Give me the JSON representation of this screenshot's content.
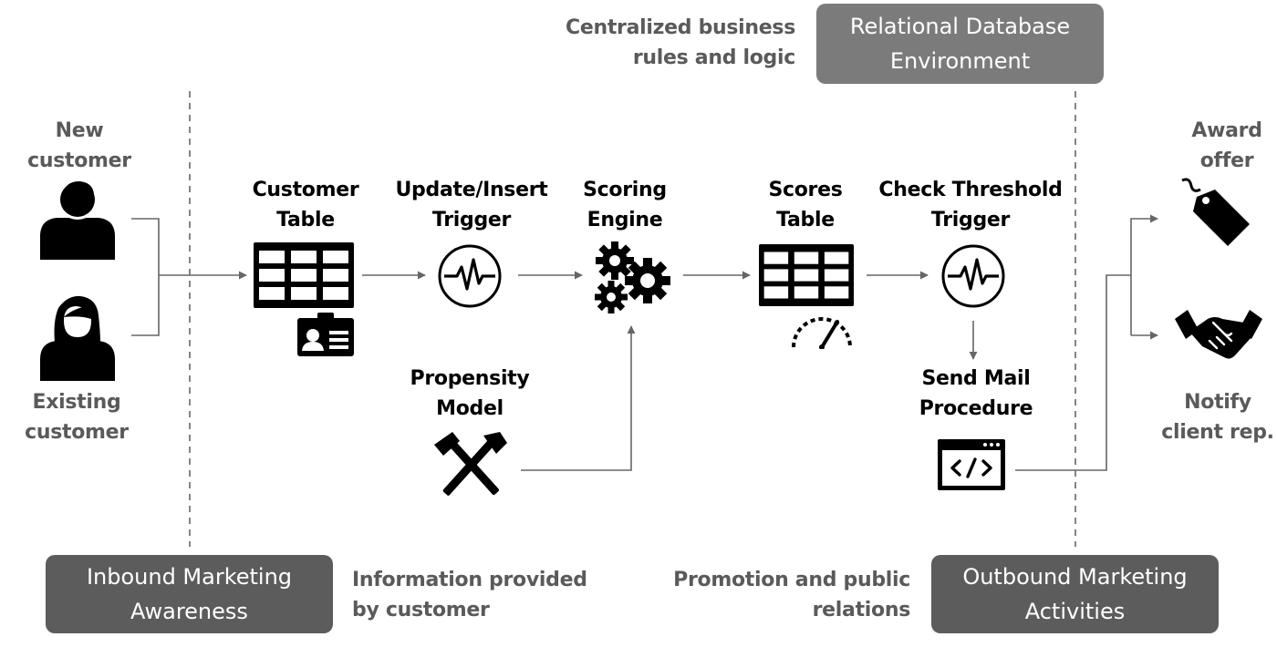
{
  "colors": {
    "db_box": "#7b7b7b",
    "marketing_box": "#5c5c5c",
    "muted_text": "#5a5a5a",
    "line": "#666666",
    "icon": "#000000"
  },
  "top": {
    "business_rules": [
      "Centralized business",
      "rules and logic"
    ],
    "db_environment": [
      "Relational Database",
      "Environment"
    ]
  },
  "bottom": {
    "inbound": [
      "Inbound Marketing",
      "Awareness"
    ],
    "info_provided": [
      "Information provided",
      "by customer"
    ],
    "promotion": [
      "Promotion and public",
      "relations"
    ],
    "outbound": [
      "Outbound Marketing",
      "Activities"
    ]
  },
  "customers": {
    "new": [
      "New",
      "customer"
    ],
    "existing": [
      "Existing",
      "customer"
    ]
  },
  "nodes": {
    "customer_table": [
      "Customer",
      "Table"
    ],
    "update_trigger": [
      "Update/Insert",
      "Trigger"
    ],
    "scoring_engine": [
      "Scoring",
      "Engine"
    ],
    "scores_table": [
      "Scores",
      "Table"
    ],
    "threshold_trigger": [
      "Check Threshold",
      "Trigger"
    ],
    "propensity_model": [
      "Propensity",
      "Model"
    ],
    "send_mail": [
      "Send Mail",
      "Procedure"
    ]
  },
  "outcomes": {
    "award": [
      "Award",
      "offer"
    ],
    "notify": [
      "Notify",
      "client rep."
    ]
  },
  "icons": {
    "new_customer": "male-user-icon",
    "existing_customer": "female-user-icon",
    "customer_table": "table-grid-icon",
    "id_card": "id-card-icon",
    "update_trigger": "pulse-trigger-icon",
    "scoring_engine": "gears-icon",
    "scores_table": "table-grid-icon",
    "gauge": "speedometer-icon",
    "threshold_trigger": "pulse-trigger-icon",
    "propensity_model": "hammer-pick-tools-icon",
    "send_mail": "code-window-icon",
    "award": "price-tag-icon",
    "notify": "handshake-icon"
  }
}
